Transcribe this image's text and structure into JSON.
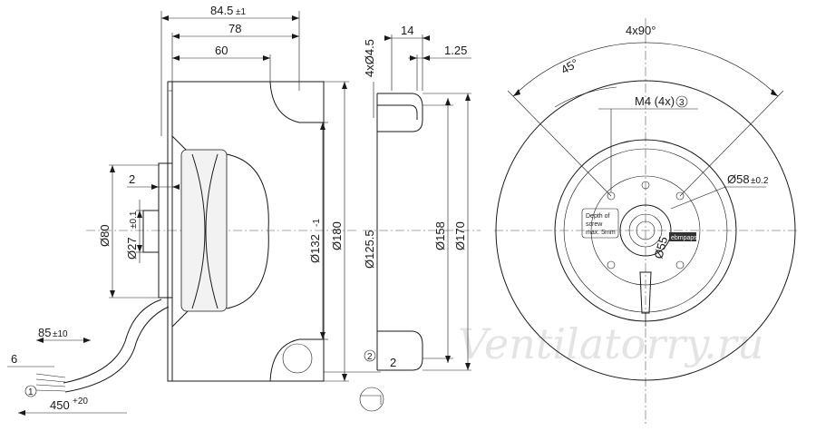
{
  "side_view": {
    "dim_overall_length": "84.5",
    "dim_overall_length_tol": "±1",
    "dim_length_78": "78",
    "dim_length_60": "60",
    "dim_offset_2": "2",
    "dim_dia_80": "Ø80",
    "dim_dia_27": "Ø27",
    "dim_dia_27_tol": "±0.1",
    "dim_dia_132": "Ø132",
    "dim_dia_132_tol": "-1",
    "dim_dia_180": "Ø180",
    "dim_bottom_2": "2",
    "callout_2": "2"
  },
  "cable": {
    "dim_85": "85",
    "dim_85_tol": "±10",
    "dim_6": "6",
    "dim_450": "450",
    "dim_450_tol": "+20",
    "callout_1": "1"
  },
  "flange_view": {
    "dim_14": "14",
    "dim_1_25": "1.25",
    "dim_holes": "4xØ4.5",
    "dim_125_5": "Ø125.5",
    "dim_158": "Ø158",
    "dim_170": "Ø170"
  },
  "front_view": {
    "dim_4x90": "4x90°",
    "dim_45": "45°",
    "thread_label": "M4 (4x)",
    "callout_3": "3",
    "dim_58": "Ø58",
    "dim_58_tol": "±0.2",
    "dim_55": "Ø55",
    "depth_note_line1": "Depth of",
    "depth_note_line2": "screw",
    "depth_note_line3": "max. 5mm",
    "brand_label": "ebmpapst"
  },
  "watermark": "Ventilatorry.ru"
}
